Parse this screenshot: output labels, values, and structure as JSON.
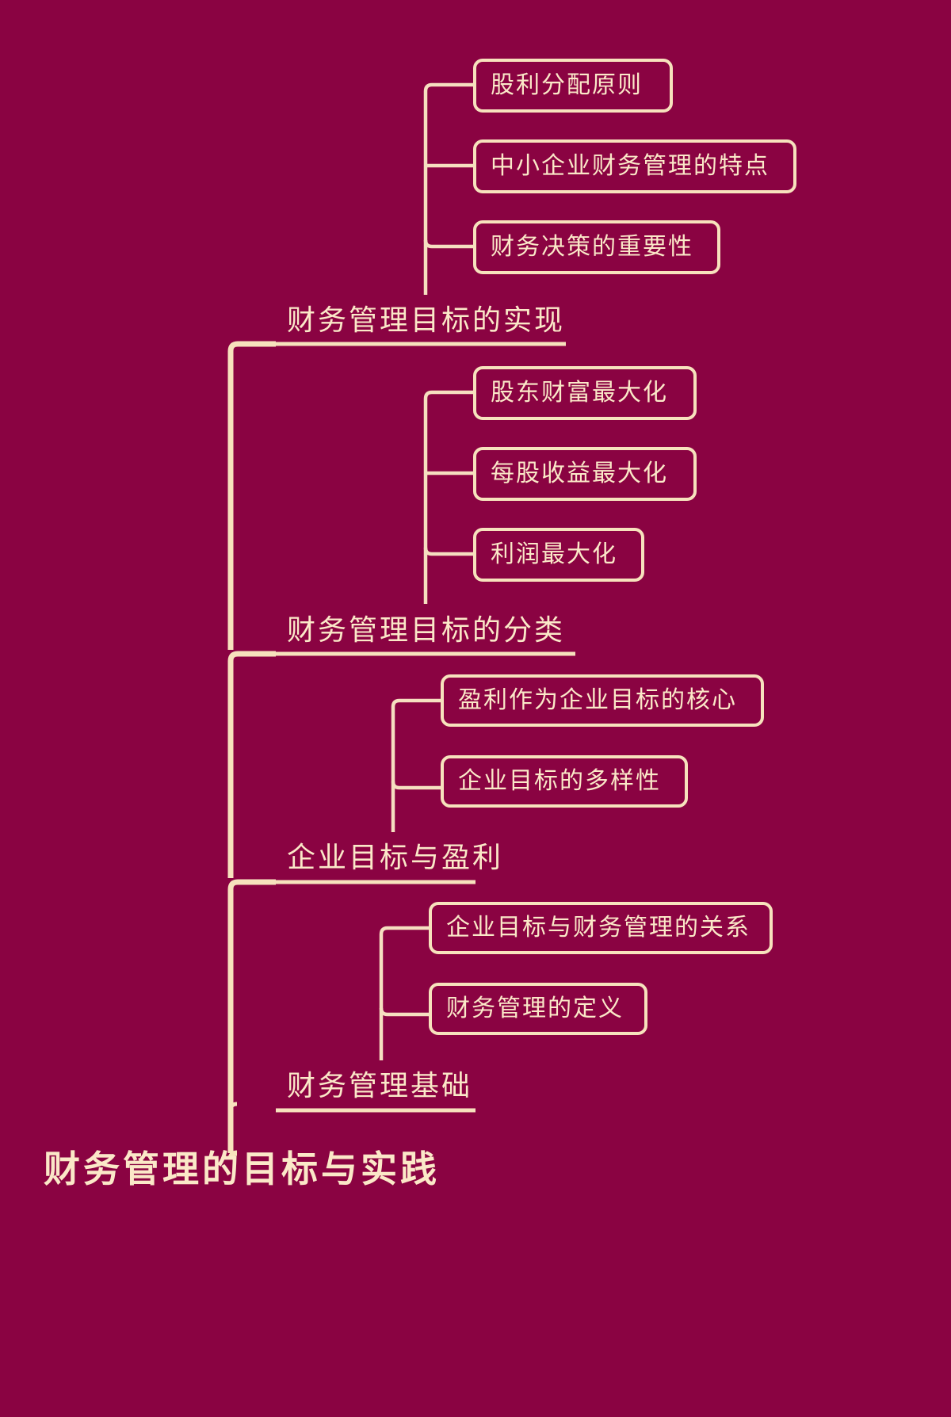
{
  "theme": {
    "background_color": "#8a0342",
    "line_color": "#f7e2bd",
    "text_color": "#fbe8c8"
  },
  "mindmap": {
    "root": {
      "label": "财务管理的目标与实践"
    },
    "branches": [
      {
        "label": "财务管理目标的实现",
        "children": [
          {
            "label": "股利分配原则"
          },
          {
            "label": "中小企业财务管理的特点"
          },
          {
            "label": "财务决策的重要性"
          }
        ]
      },
      {
        "label": "财务管理目标的分类",
        "children": [
          {
            "label": "股东财富最大化"
          },
          {
            "label": "每股收益最大化"
          },
          {
            "label": "利润最大化"
          }
        ]
      },
      {
        "label": "企业目标与盈利",
        "children": [
          {
            "label": "盈利作为企业目标的核心"
          },
          {
            "label": "企业目标的多样性"
          }
        ]
      },
      {
        "label": "财务管理基础",
        "children": [
          {
            "label": "企业目标与财务管理的关系"
          },
          {
            "label": "财务管理的定义"
          }
        ]
      }
    ]
  }
}
